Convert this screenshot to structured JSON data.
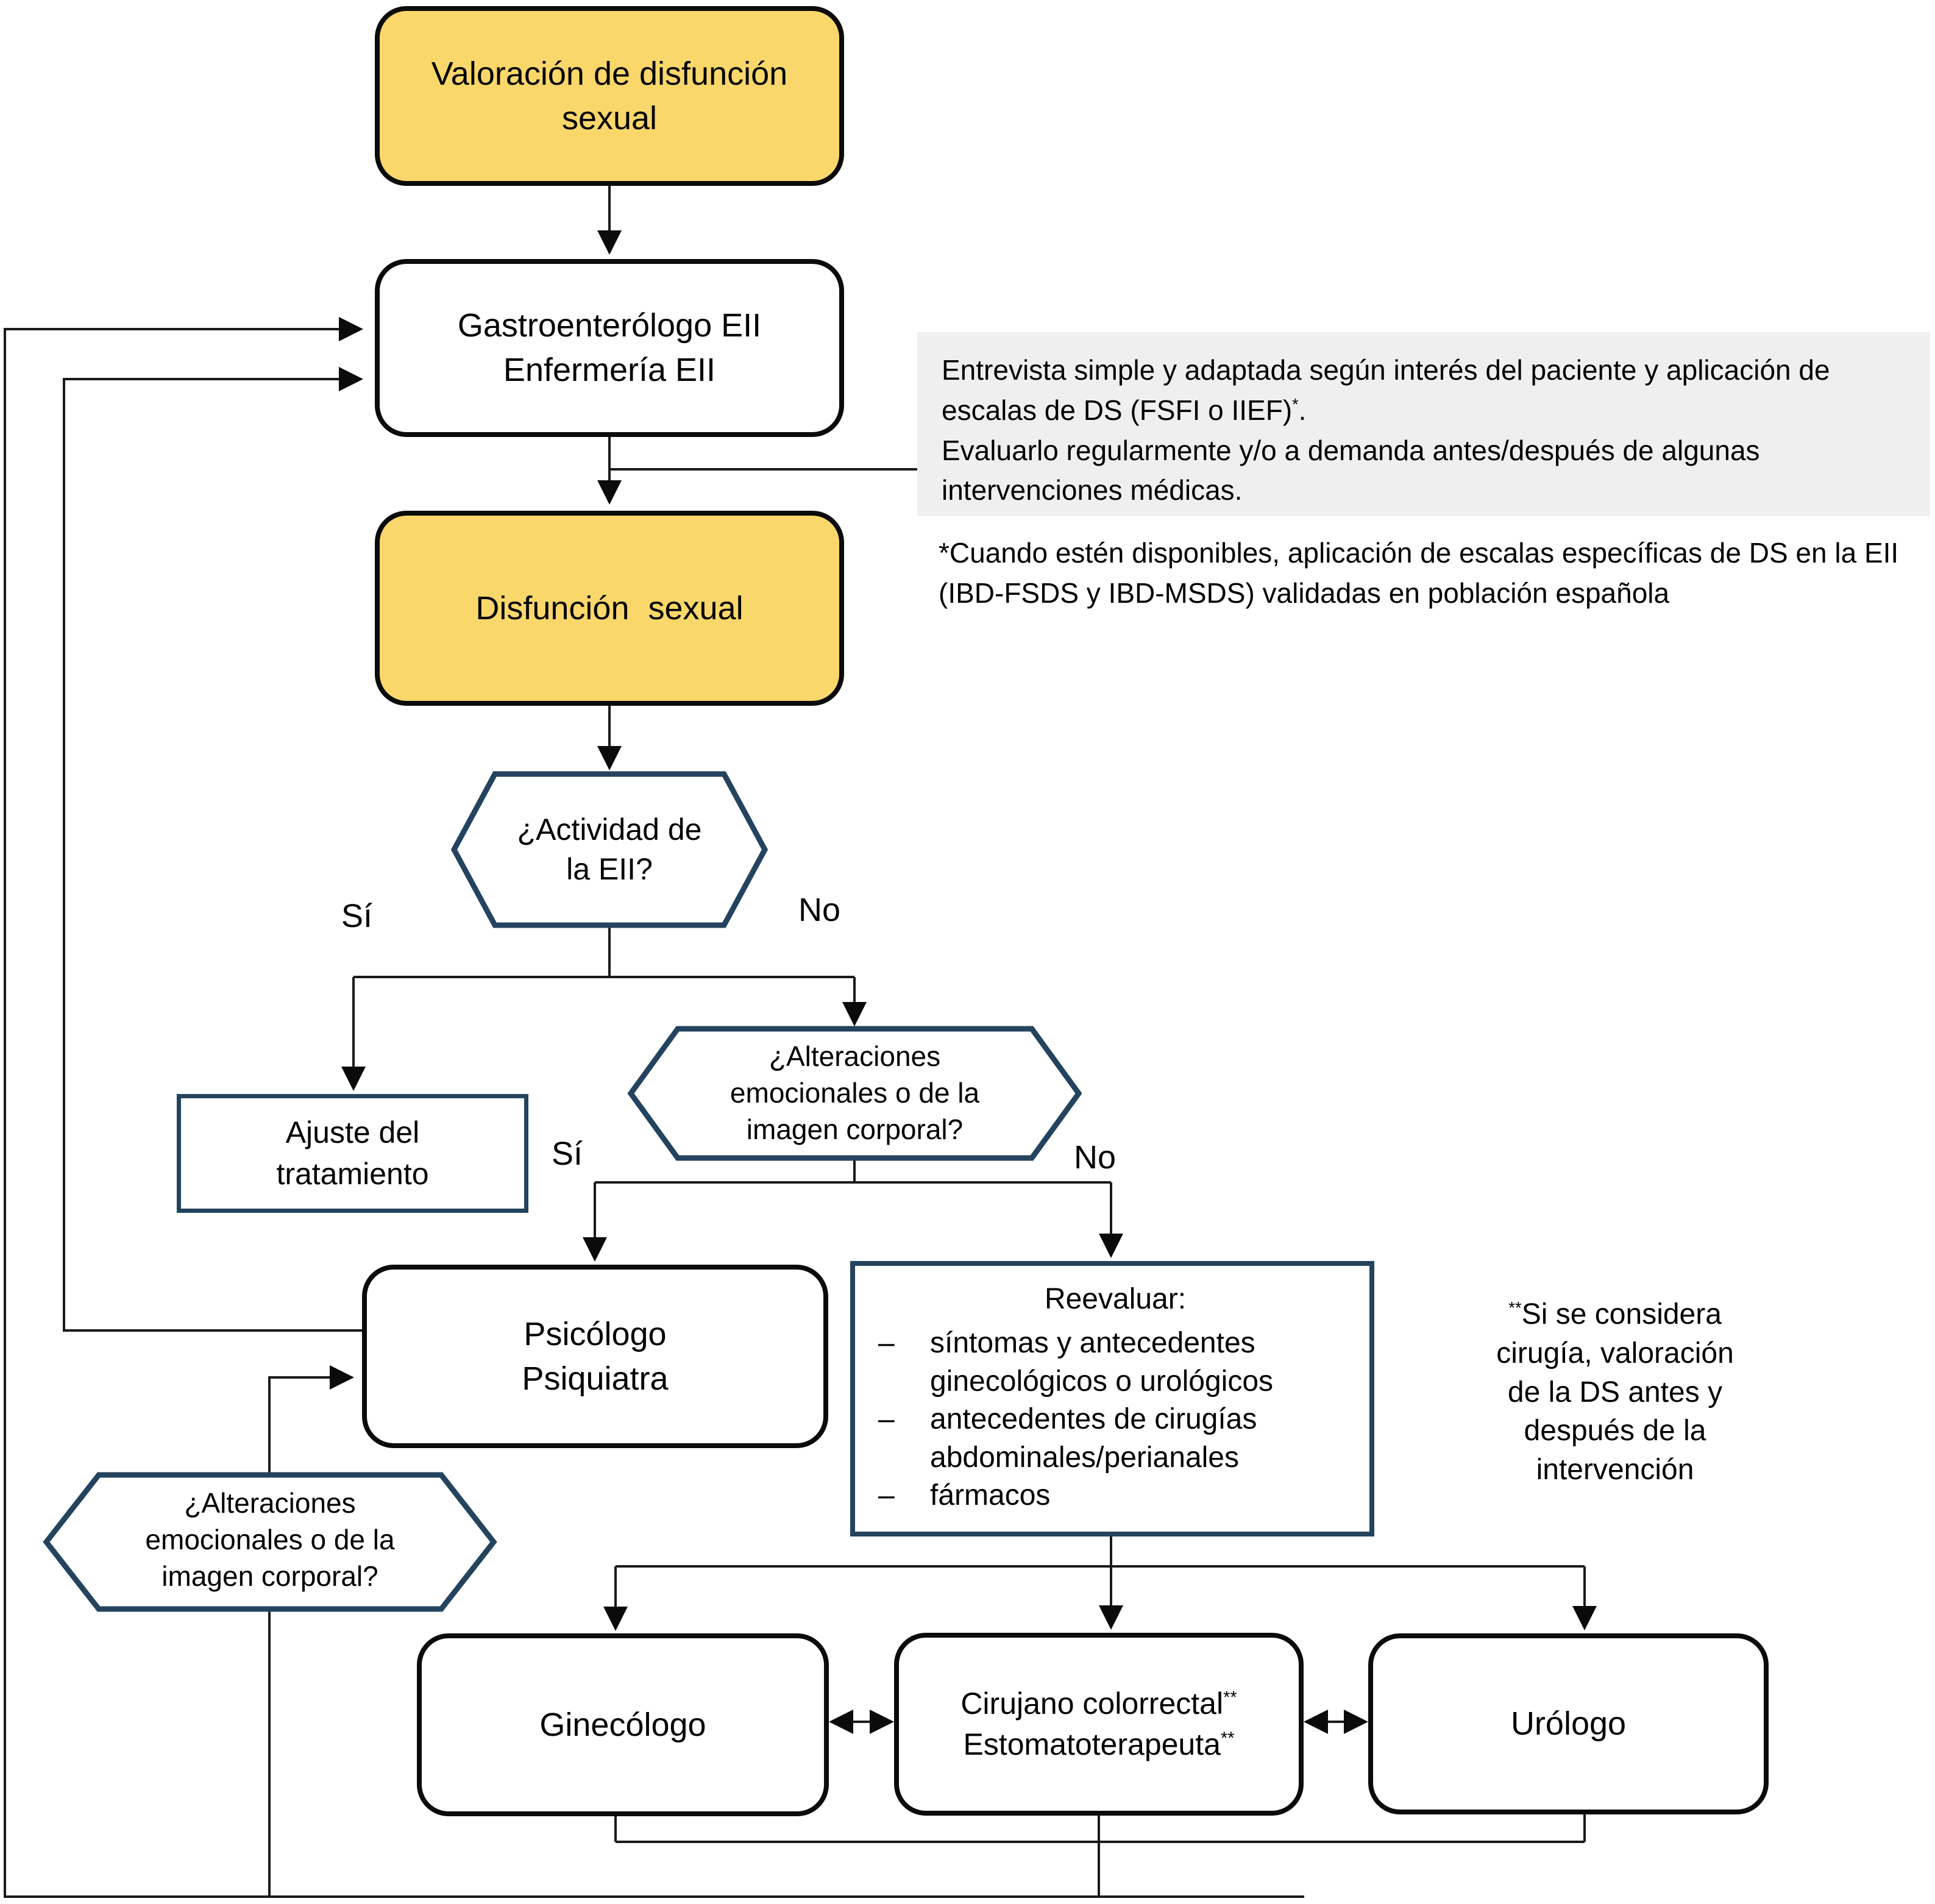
{
  "colors": {
    "node_yellow": "#FAD76B",
    "node_border_black": "#0B0B0B",
    "accent_blue": "#24435E",
    "note_gray_bg": "#EFEFEF",
    "line_black": "#1A1A1A"
  },
  "nodes": {
    "valoracion": {
      "label": "Valoración de disfunción sexual"
    },
    "gastroenterologo": {
      "line1": "Gastroenterólogo EII",
      "line2": "Enfermería EII"
    },
    "disfuncion": {
      "label": "Disfunción sexual"
    },
    "hex_actividad": {
      "line1": "¿Actividad de",
      "line2": "la EII?"
    },
    "ajuste": {
      "line1": "Ajuste del",
      "line2": "tratamiento"
    },
    "hex_alteraciones_mid": {
      "line1": "¿Alteraciones",
      "line2": "emocionales o de la",
      "line3": "imagen corporal?"
    },
    "psicologo": {
      "line1": "Psicólogo",
      "line2": "Psiquiatra"
    },
    "reevaluar": {
      "title": "Reevaluar:",
      "bullet_char": "–",
      "bullets": [
        "síntomas y antecedentes ginecológicos o urológicos",
        "antecedentes de cirugías abdominales/perianales",
        "fármacos"
      ]
    },
    "hex_alteraciones_left": {
      "line1": "¿Alteraciones",
      "line2": "emocionales o de la",
      "line3": "imagen corporal?"
    },
    "ginecologo": {
      "label": "Ginecólogo"
    },
    "cirujano": {
      "line1": "Cirujano colorrectal",
      "line2": "Estomatoterapeuta",
      "sup": "**"
    },
    "urologo": {
      "label": "Urólogo"
    }
  },
  "edge_labels": {
    "actividad_si": "Sí",
    "actividad_no": "No",
    "alteraciones_si": "Sí",
    "alteraciones_no": "No"
  },
  "notes": {
    "entrevista": {
      "part1": "Entrevista simple y adaptada según interés del paciente y aplicación de escalas de DS (FSFI o IIEF)",
      "sup": "*",
      "part2": ".",
      "line2": "Evaluarlo regularmente y/o a demanda antes/después de algunas intervenciones médicas."
    },
    "escalas": "*Cuando estén disponibles, aplicación de escalas específicas de DS en la EII (IBD-FSDS y IBD-MSDS) validadas en población española",
    "cirugia": {
      "sup": "**",
      "lines": [
        "Si se considera",
        "cirugía, valoración",
        "de la DS antes y",
        "después de la",
        "intervención"
      ]
    }
  }
}
